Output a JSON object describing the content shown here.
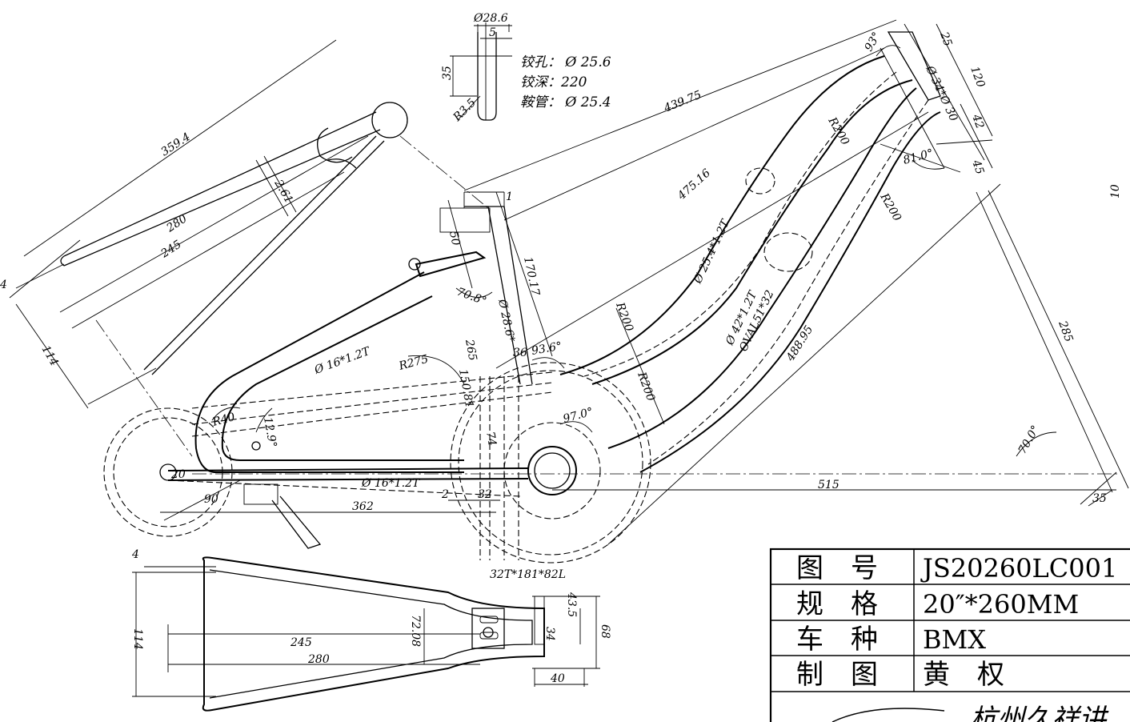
{
  "dimensions": {
    "d28_6": "Ø28.6",
    "d5": "5",
    "d35": "35",
    "r3_5": "R3.5",
    "d359_4": "359.4",
    "d280_top": "280",
    "d245_top": "245",
    "d2_61": "2.61",
    "d4_top": "4",
    "d114_top": "114",
    "d439_75": "439.75",
    "d475_16": "475.16",
    "d93": "93°",
    "d25": "25",
    "d120": "120",
    "d34x30": "Ø 34*Ø 30",
    "d42": "42",
    "d45": "45",
    "d81": "81.0°",
    "r200_a": "R200",
    "r200_b": "R200",
    "r200_c": "R200",
    "r200_d": "R200",
    "d25_4": "Ø 25.4*1.2T",
    "d42_1": "Ø 42*1.2T",
    "oval": "OVAL51*32",
    "d488_95": "488.95",
    "d285": "285",
    "d10": "10",
    "d70": "70.0°",
    "d515": "515",
    "d35_b": "35",
    "d170_17": "170.17",
    "d70_8": "70.8°",
    "d50": "50",
    "d1": "1",
    "d28_6x": "Ø 28.6*",
    "d36": "36",
    "d93_6": "93.6°",
    "d265": "265",
    "r275": "R275",
    "d16_top": "Ø 16*1.2T",
    "d150_81": "150.81",
    "r40": "R40",
    "d12_9": "12.9°",
    "d97": "97.0°",
    "d74": "74",
    "d16_bot": "Ø 16*1.2T",
    "d90": "90",
    "d362": "362",
    "d2": "2",
    "d32": "32",
    "d20": "20",
    "sprocket": "32T*181*82L",
    "d4_bot": "4",
    "d114_bot": "114",
    "d72": "72.08",
    "d245_bot": "245",
    "d280_bot": "280",
    "d34": "34",
    "d43_5": "43.5",
    "d68": "68",
    "d40": "40"
  },
  "notes": {
    "reamer_hole": "铰孔： Ø 25.6",
    "reamer_depth": "铰深：220",
    "seat_tube": "鞍管： Ø 25.4"
  },
  "title_block": {
    "drawing_no_label": "图　号",
    "drawing_no": "JS20260LC001",
    "spec_label": "规　格",
    "spec": "20″*260MM",
    "type_label": "车　种",
    "type": "BMX",
    "drawn_label": "制　图",
    "drawn": "黄　权",
    "company": "杭州久祥讲"
  }
}
